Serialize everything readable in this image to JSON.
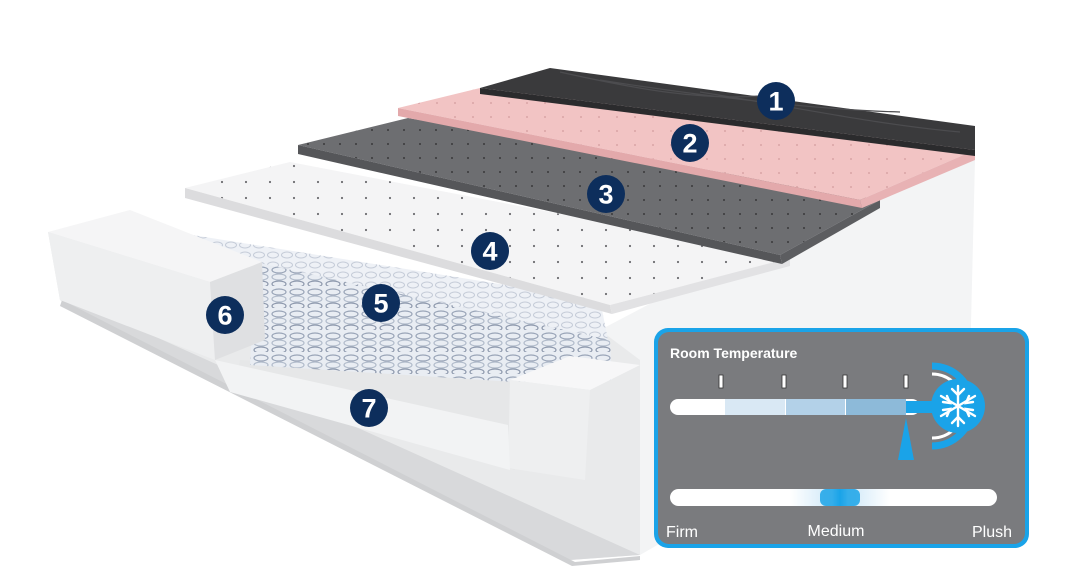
{
  "layers": [
    {
      "number": "1",
      "color": "#3a3a3c"
    },
    {
      "number": "2",
      "color": "#f2c4c4"
    },
    {
      "number": "3",
      "color": "#6d6e71"
    },
    {
      "number": "4",
      "color": "#f4f4f5"
    },
    {
      "number": "5",
      "color": "#eef1f6"
    },
    {
      "number": "6",
      "color": "#f1f2f3"
    },
    {
      "number": "7",
      "color": "#e8e9ea"
    }
  ],
  "badge_color": "#0d2e5c",
  "temperature_panel": {
    "title": "Room Temperature",
    "accent_color": "#1aa3e8",
    "firmness_labels": {
      "left": "Firm",
      "middle": "Medium",
      "right": "Plush"
    },
    "snowflake_icon": "snowflake-icon"
  }
}
